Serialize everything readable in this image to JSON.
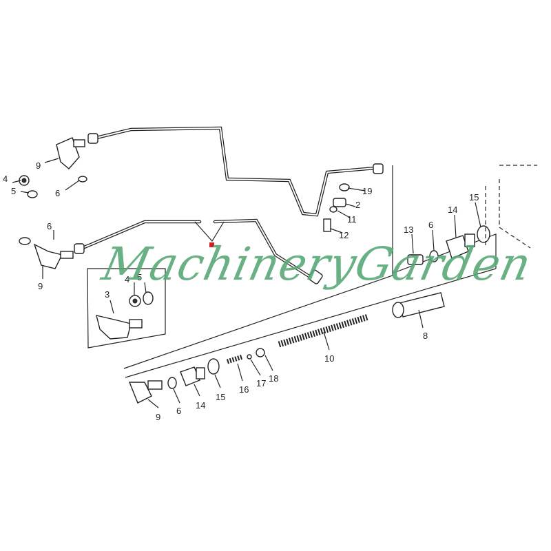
{
  "diagram": {
    "callouts": {
      "c9a": "9",
      "c4a": "4",
      "c5a": "5",
      "c6a": "6",
      "c6b": "6",
      "c9b": "9",
      "c3": "3",
      "c4b": "4",
      "c5b": "5",
      "c19": "19",
      "c2": "2",
      "c11": "11",
      "c12": "12",
      "c13": "13",
      "c6c": "6",
      "c14a": "14",
      "c15a": "15",
      "c8": "8",
      "c10": "10",
      "c18": "18",
      "c17": "17",
      "c16": "16",
      "c15b": "15",
      "c14b": "14",
      "c6d": "6",
      "c9c": "9"
    },
    "marker_color": "#d42020"
  },
  "watermark": {
    "text": "MachineryGarden",
    "color": "#5aa878"
  }
}
